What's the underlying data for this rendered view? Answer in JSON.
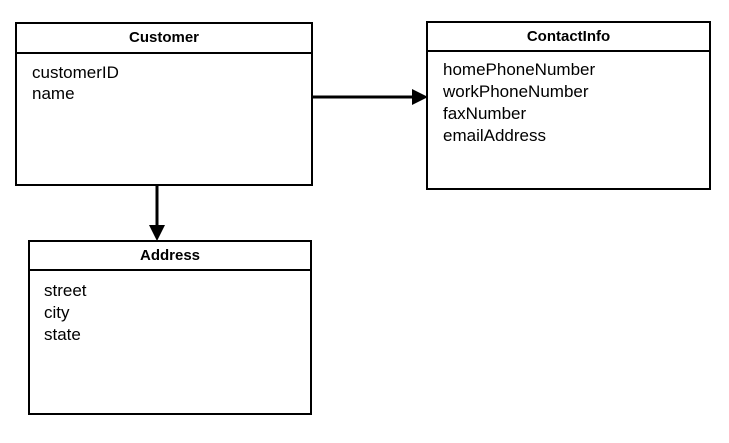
{
  "diagram": {
    "type": "uml-class-diagram",
    "background_color": "#ffffff",
    "line_color": "#000000",
    "text_color": "#000000",
    "classes": [
      {
        "id": "customer",
        "name": "Customer",
        "attributes": [
          "customerID",
          "name"
        ]
      },
      {
        "id": "contactinfo",
        "name": "ContactInfo",
        "attributes": [
          "homePhoneNumber",
          "workPhoneNumber",
          "faxNumber",
          "emailAddress"
        ]
      },
      {
        "id": "address",
        "name": "Address",
        "attributes": [
          "street",
          "city",
          "state"
        ]
      }
    ],
    "connectors": [
      {
        "id": "customer-to-contactinfo",
        "from": "Customer",
        "to": "ContactInfo",
        "direction": "right",
        "arrowhead": "solid-filled-triangle",
        "label": ""
      },
      {
        "id": "customer-to-address",
        "from": "Customer",
        "to": "Address",
        "direction": "down",
        "arrowhead": "solid-filled-triangle",
        "label": ""
      }
    ]
  }
}
